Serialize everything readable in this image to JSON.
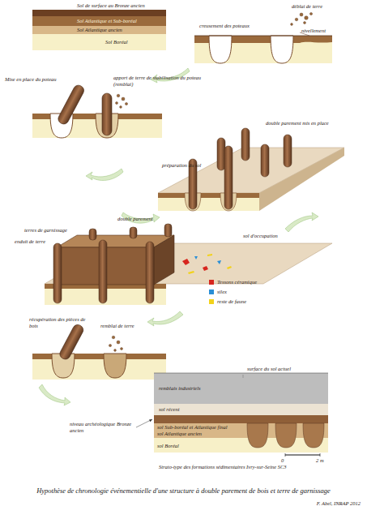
{
  "diagram": {
    "caption": "Hypothèse de chronologie événementielle d'une structure à double parement de bois et terre de garnissage",
    "labels": [
      "Sol de surface au Bronze ancien",
      "Sol Atlantique et Sub-boréal",
      "Sol Atlantique ancien",
      "Sol Boréal",
      "creusement des poteaux",
      "déblai de terre",
      "nivellement",
      "Mise en place du poteau",
      "apport de terre de stabilisation du poteau (remblai)",
      "double parement mis en place",
      "préparation du sol",
      "terres de garnissage",
      "double parement",
      "enduit de terre",
      "sol d'occupation",
      "récupération des pièces de bois",
      "remblai de terre",
      "surface du sol actuel",
      "remblais industriels",
      "sol récent",
      "niveau archéologique Bronze ancien",
      "sol Sub-boréal et Atlantique final",
      "sol Atlantique ancien",
      "sol Boréal",
      "0",
      "2 m",
      "Strato-type des formations sédimentaires Ivry-sur-Seine SC3",
      "F. Abel, INRAP 2012"
    ],
    "legend": [
      {
        "text": "Tessons céramique",
        "color": "#d7261e"
      },
      {
        "text": "silex",
        "color": "#2a8fd6"
      },
      {
        "text": "reste de faune",
        "color": "#f2d21a"
      }
    ]
  }
}
